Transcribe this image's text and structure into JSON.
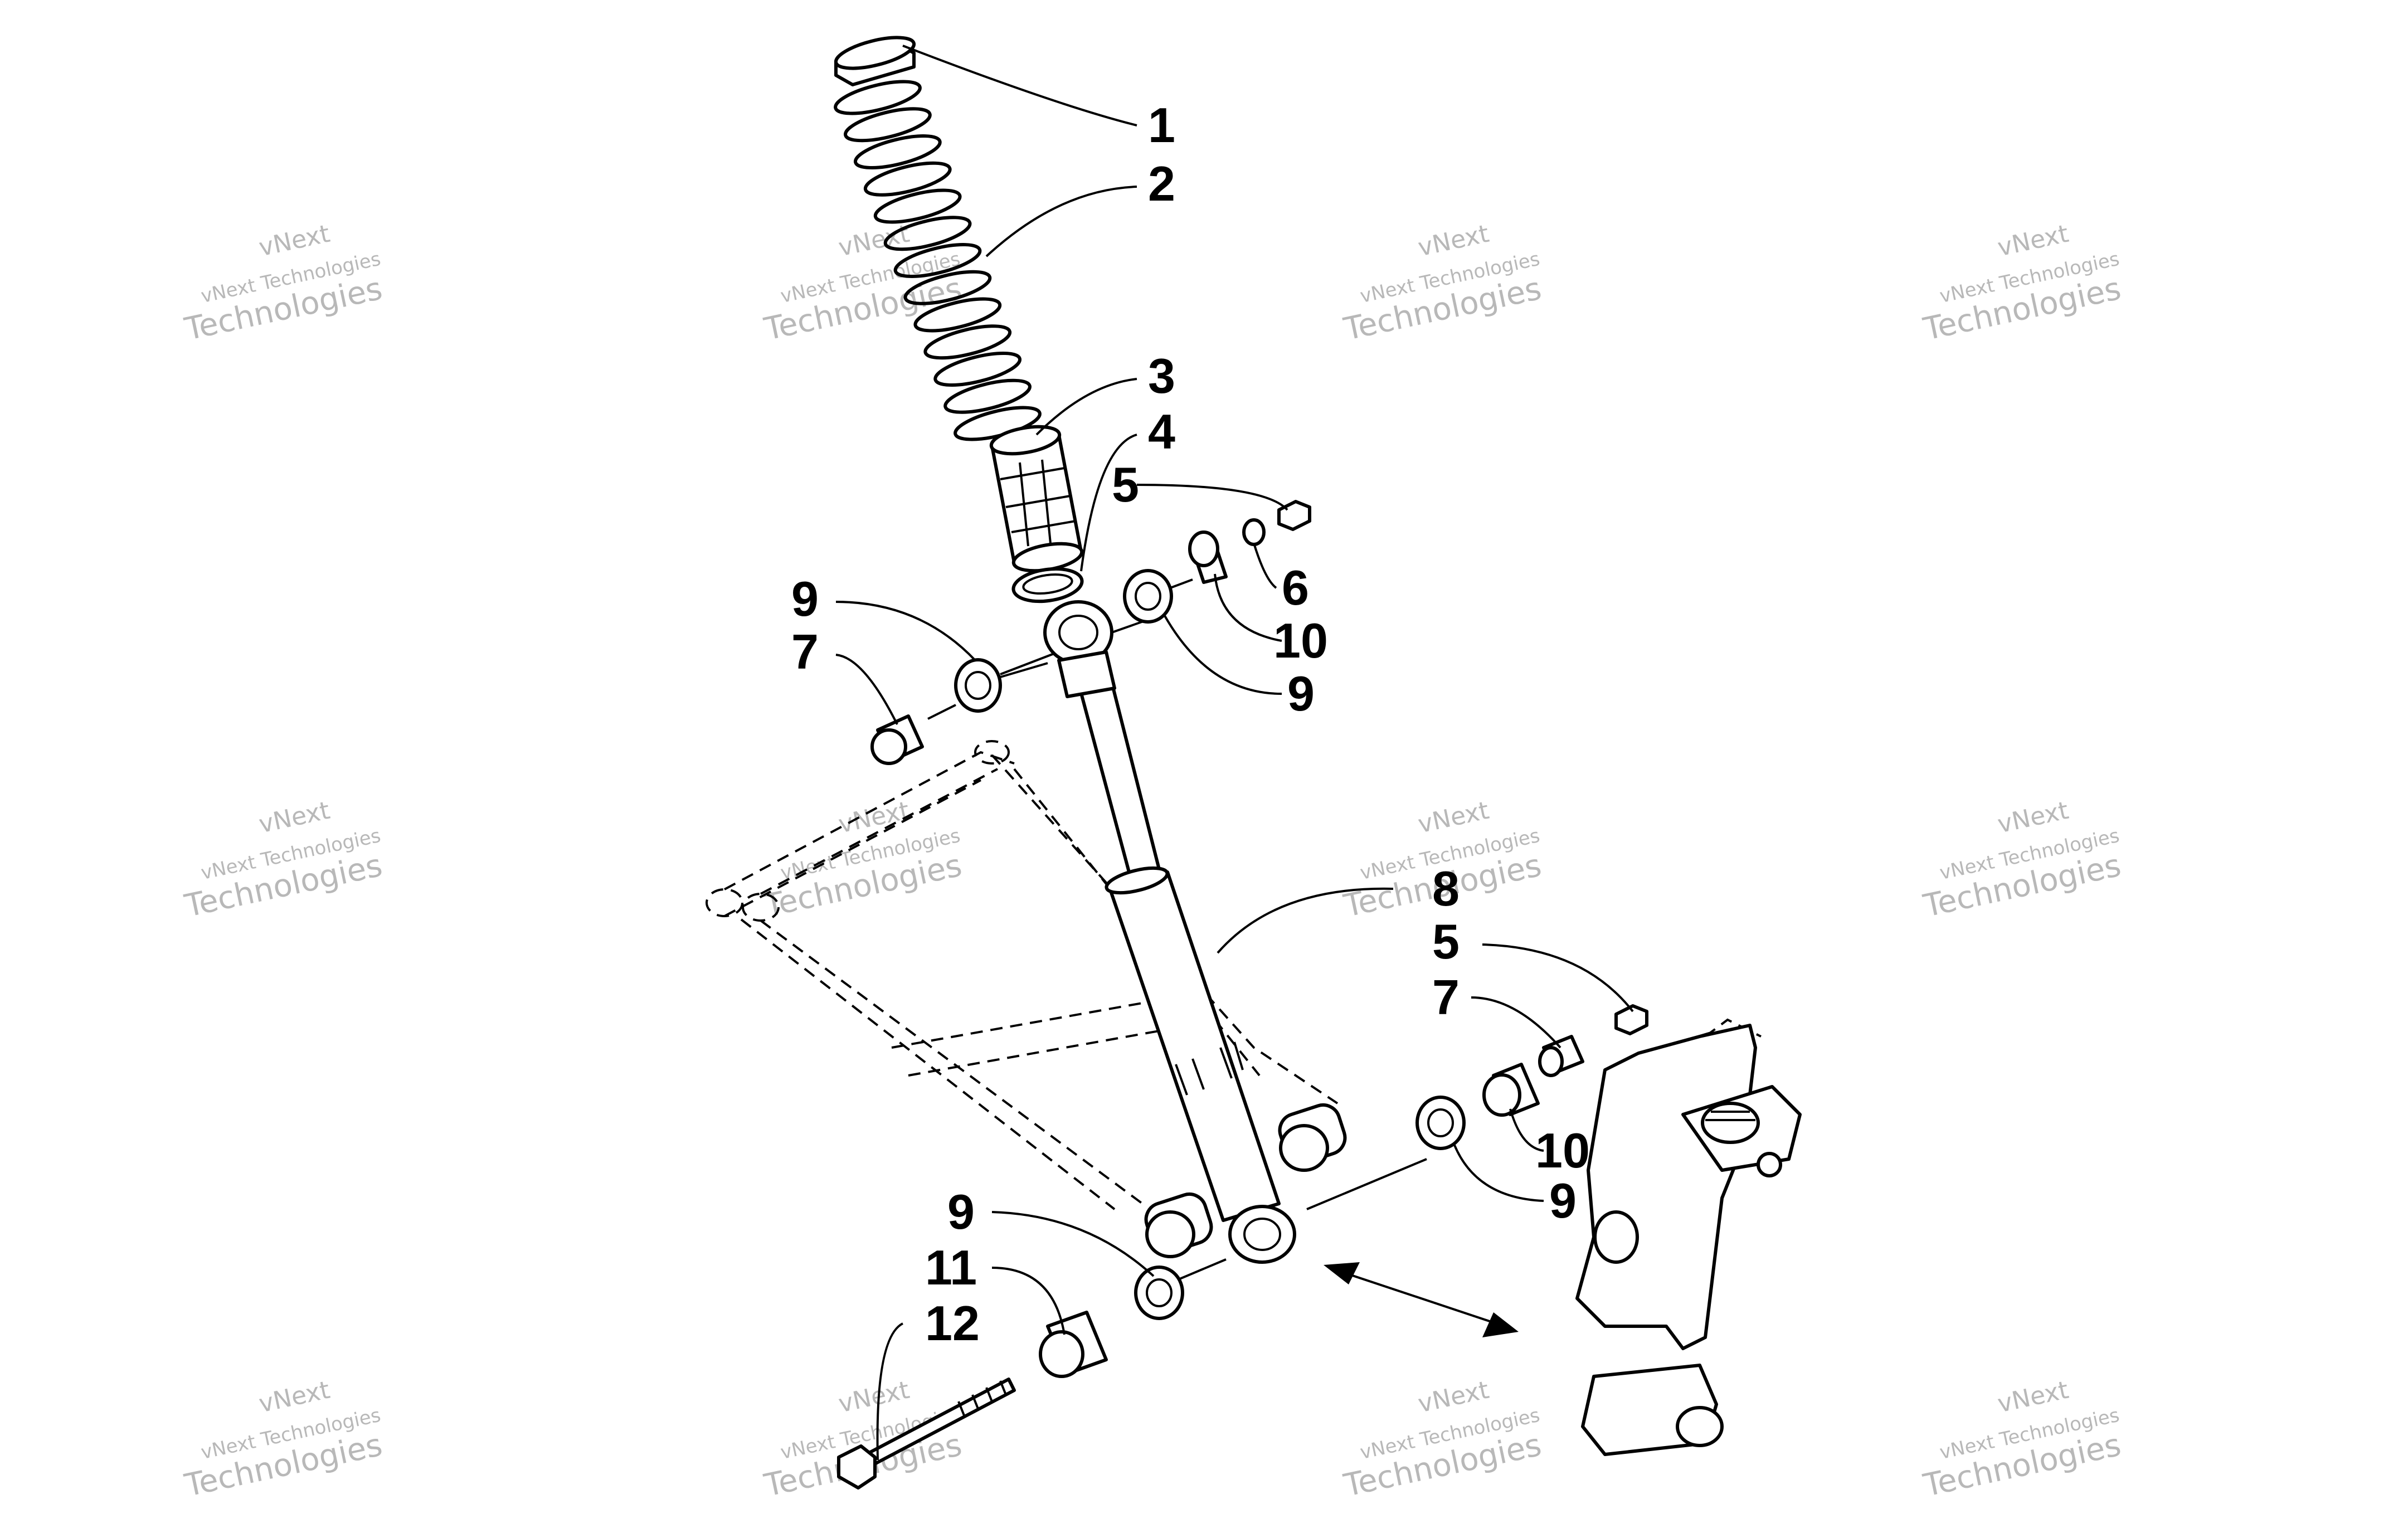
{
  "watermark": {
    "line1": "vNext",
    "line2": "vNext Technologies",
    "line3": "Technologies"
  },
  "callouts": [
    {
      "id": "c1",
      "label": "1"
    },
    {
      "id": "c2",
      "label": "2"
    },
    {
      "id": "c3",
      "label": "3"
    },
    {
      "id": "c4",
      "label": "4"
    },
    {
      "id": "c5a",
      "label": "5"
    },
    {
      "id": "c6",
      "label": "6"
    },
    {
      "id": "c9a",
      "label": "9"
    },
    {
      "id": "c7a",
      "label": "7"
    },
    {
      "id": "c10a",
      "label": "10"
    },
    {
      "id": "c9b",
      "label": "9"
    },
    {
      "id": "c8",
      "label": "8"
    },
    {
      "id": "c5b",
      "label": "5"
    },
    {
      "id": "c7b",
      "label": "7"
    },
    {
      "id": "c10b",
      "label": "10"
    },
    {
      "id": "c9c",
      "label": "9"
    },
    {
      "id": "c9d",
      "label": "9"
    },
    {
      "id": "c11",
      "label": "11"
    },
    {
      "id": "c12",
      "label": "12"
    }
  ]
}
